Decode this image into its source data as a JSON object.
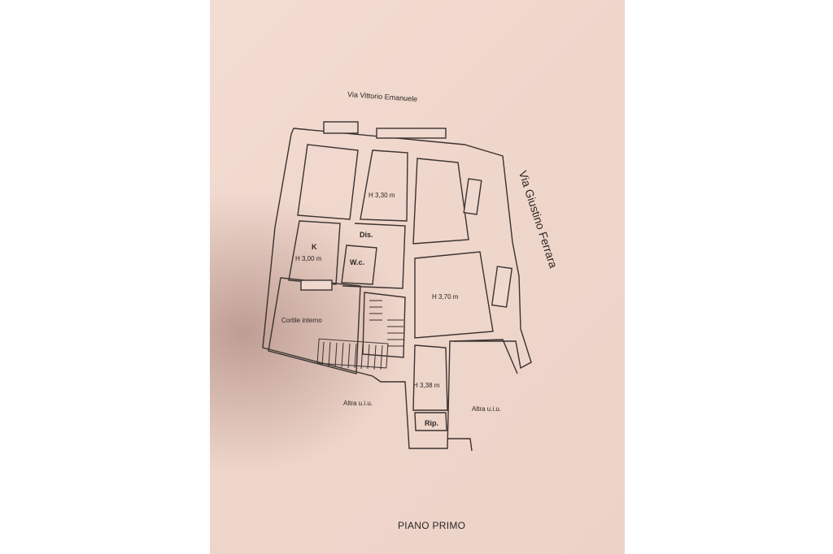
{
  "streets": {
    "top": "Via Vittorio Emanuele",
    "right": "Via Giustino Ferrara"
  },
  "rooms": {
    "height_a": "H 3,30 m",
    "dis": "Dis.",
    "kitchen": "K",
    "height_k": "H 3,00 m",
    "wc": "W.c.",
    "height_b": "H 3,70 m",
    "courtyard": "Cortile interno",
    "height_c": "H 3,38 m",
    "rip": "Rip.",
    "other_left": "Altra u.i.u.",
    "other_right": "Altra u.i.u."
  },
  "heading": "PIANO PRIMO"
}
